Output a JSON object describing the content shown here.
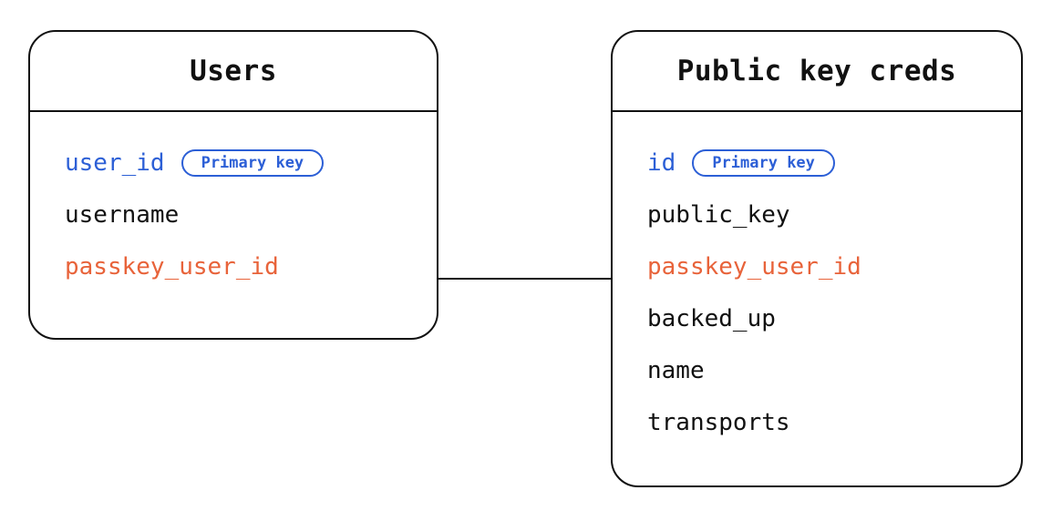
{
  "diagram": {
    "type": "entity-relationship-diagram",
    "background_color": "#ffffff",
    "colors": {
      "border": "#111111",
      "text": "#111111",
      "primary_key": "#2c5fd6",
      "foreign_key": "#e8633a"
    },
    "badge_label": "Primary key"
  },
  "entities": [
    {
      "id": "users",
      "title": "Users",
      "fields": [
        {
          "name": "user_id",
          "role": "key",
          "badge": "Primary key"
        },
        {
          "name": "username",
          "role": "plain",
          "badge": ""
        },
        {
          "name": "passkey_user_id",
          "role": "fk",
          "badge": ""
        }
      ]
    },
    {
      "id": "public_key_creds",
      "title": "Public key creds",
      "fields": [
        {
          "name": "id",
          "role": "key",
          "badge": "Primary key"
        },
        {
          "name": "public_key",
          "role": "plain",
          "badge": ""
        },
        {
          "name": "passkey_user_id",
          "role": "fk",
          "badge": ""
        },
        {
          "name": "backed_up",
          "role": "plain",
          "badge": ""
        },
        {
          "name": "name",
          "role": "plain",
          "badge": ""
        },
        {
          "name": "transports",
          "role": "plain",
          "badge": ""
        }
      ]
    }
  ],
  "relationships": [
    {
      "from_entity": "users",
      "from_field": "passkey_user_id",
      "to_entity": "public_key_creds",
      "to_field": "passkey_user_id",
      "style": "solid-line"
    }
  ]
}
